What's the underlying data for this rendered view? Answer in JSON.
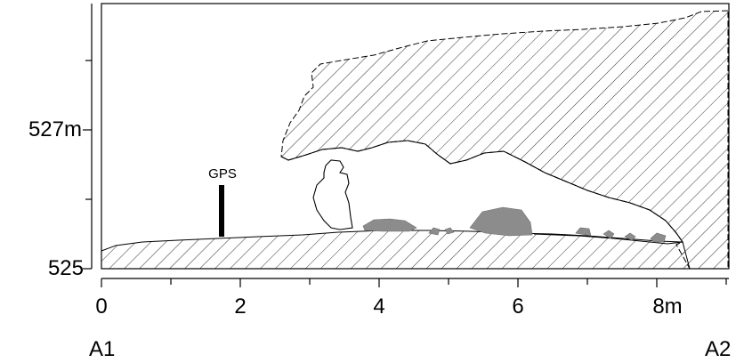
{
  "y_axis": {
    "labels": [
      {
        "text": "525",
        "value": 525
      },
      {
        "text": "527m",
        "value": 527
      }
    ]
  },
  "x_axis": {
    "labels": [
      {
        "text": "0",
        "value": 0
      },
      {
        "text": "2",
        "value": 2
      },
      {
        "text": "4",
        "value": 4
      },
      {
        "text": "6",
        "value": 6
      },
      {
        "text": "8m",
        "value": 8
      }
    ]
  },
  "section_endpoints": {
    "start": "A1",
    "end": "A2"
  },
  "markers": {
    "gps_label": "GPS"
  },
  "colors": {
    "rock_hatch": "#000000",
    "deposit_fill": "#8c8c8c",
    "outline": "#000000"
  }
}
